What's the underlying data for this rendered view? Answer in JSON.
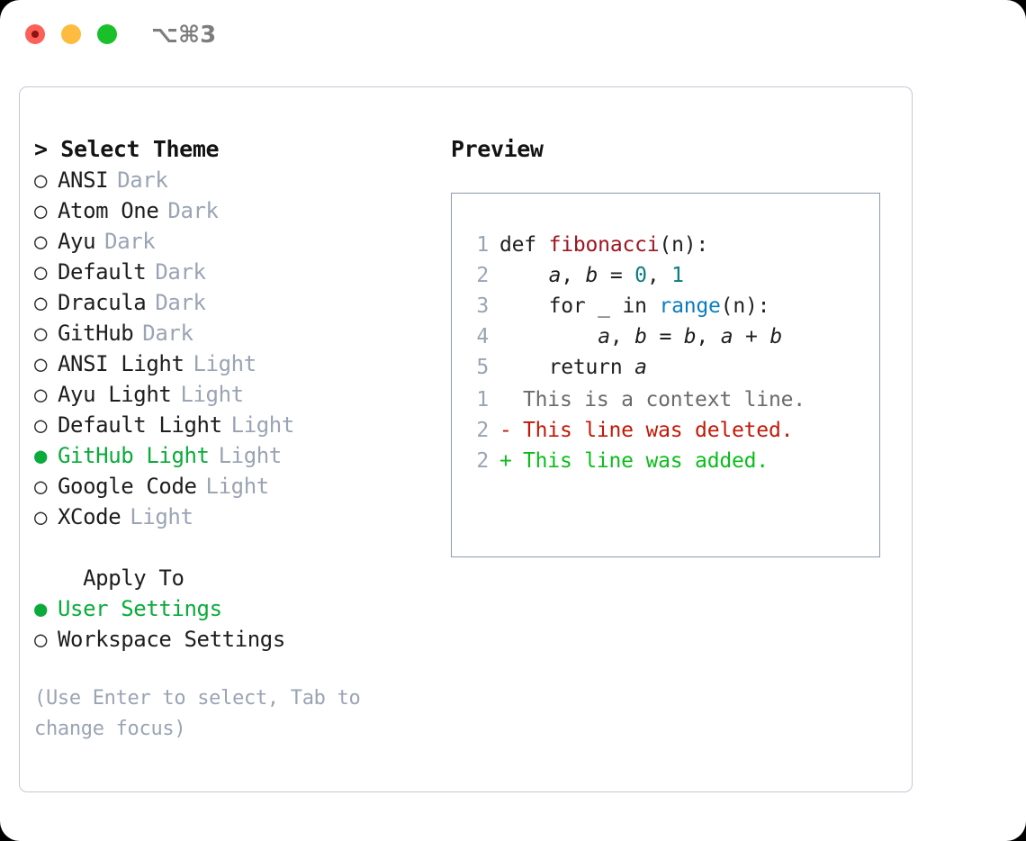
{
  "window": {
    "shortcut_label": "⌥⌘3",
    "traffic_lights": [
      "close",
      "minimize",
      "maximize"
    ]
  },
  "left_panel": {
    "title": "> Select Theme",
    "themes": [
      {
        "bullet": "○",
        "name": "ANSI",
        "tag": "Dark",
        "selected": false
      },
      {
        "bullet": "○",
        "name": "Atom One",
        "tag": "Dark",
        "selected": false
      },
      {
        "bullet": "○",
        "name": "Ayu",
        "tag": "Dark",
        "selected": false
      },
      {
        "bullet": "○",
        "name": "Default",
        "tag": "Dark",
        "selected": false
      },
      {
        "bullet": "○",
        "name": "Dracula",
        "tag": "Dark",
        "selected": false
      },
      {
        "bullet": "○",
        "name": "GitHub",
        "tag": "Dark",
        "selected": false
      },
      {
        "bullet": "○",
        "name": "ANSI Light",
        "tag": "Light",
        "selected": false
      },
      {
        "bullet": "○",
        "name": "Ayu Light",
        "tag": "Light",
        "selected": false
      },
      {
        "bullet": "○",
        "name": "Default Light",
        "tag": "Light",
        "selected": false
      },
      {
        "bullet": "●",
        "name": "GitHub Light",
        "tag": "Light",
        "selected": true
      },
      {
        "bullet": "○",
        "name": "Google Code",
        "tag": "Light",
        "selected": false
      },
      {
        "bullet": "○",
        "name": "XCode",
        "tag": "Light",
        "selected": false
      }
    ],
    "apply_to": {
      "label": "  Apply To",
      "options": [
        {
          "bullet": "●",
          "name": "User Settings",
          "selected": true
        },
        {
          "bullet": "○",
          "name": "Workspace Settings",
          "selected": false
        }
      ]
    },
    "hint": "(Use Enter to select, Tab to change focus)"
  },
  "right_panel": {
    "title": "Preview",
    "code_lines": [
      {
        "n": "1",
        "tokens": [
          {
            "t": "def ",
            "k": "plain"
          },
          {
            "t": "fibonacci",
            "k": "fn"
          },
          {
            "t": "(n):",
            "k": "plain"
          }
        ]
      },
      {
        "n": "2",
        "tokens": [
          {
            "t": "    ",
            "k": "plain"
          },
          {
            "t": "a",
            "k": "var"
          },
          {
            "t": ", ",
            "k": "plain"
          },
          {
            "t": "b",
            "k": "var"
          },
          {
            "t": " = ",
            "k": "plain"
          },
          {
            "t": "0",
            "k": "num"
          },
          {
            "t": ", ",
            "k": "plain"
          },
          {
            "t": "1",
            "k": "num"
          }
        ]
      },
      {
        "n": "3",
        "tokens": [
          {
            "t": "    for _ in ",
            "k": "plain"
          },
          {
            "t": "range",
            "k": "builtin"
          },
          {
            "t": "(n):",
            "k": "plain"
          }
        ]
      },
      {
        "n": "4",
        "tokens": [
          {
            "t": "        ",
            "k": "plain"
          },
          {
            "t": "a",
            "k": "var"
          },
          {
            "t": ", ",
            "k": "plain"
          },
          {
            "t": "b",
            "k": "var"
          },
          {
            "t": " = ",
            "k": "plain"
          },
          {
            "t": "b",
            "k": "var"
          },
          {
            "t": ", ",
            "k": "plain"
          },
          {
            "t": "a",
            "k": "var"
          },
          {
            "t": " + ",
            "k": "plain"
          },
          {
            "t": "b",
            "k": "var"
          }
        ]
      },
      {
        "n": "5",
        "tokens": [
          {
            "t": "    return ",
            "k": "plain"
          },
          {
            "t": "a",
            "k": "var"
          }
        ]
      }
    ],
    "diff_lines": [
      {
        "n": "1",
        "sign": " ",
        "text": "This is a context line.",
        "kind": "context"
      },
      {
        "n": "2",
        "sign": "-",
        "text": "This line was deleted.",
        "kind": "deleted"
      },
      {
        "n": "2",
        "sign": "+",
        "text": "This line was added.",
        "kind": "added"
      }
    ]
  },
  "colors": {
    "accent_green": "#0bab3b",
    "tag_gray": "#9aa4b4",
    "diff_deleted": "#c21807",
    "diff_added": "#0bbd1c",
    "code_function": "#9e1520",
    "code_number": "#0a7b80",
    "code_builtin": "#0c7cbd",
    "panel_border": "#c3c9d4",
    "preview_border": "#8c9aad"
  }
}
